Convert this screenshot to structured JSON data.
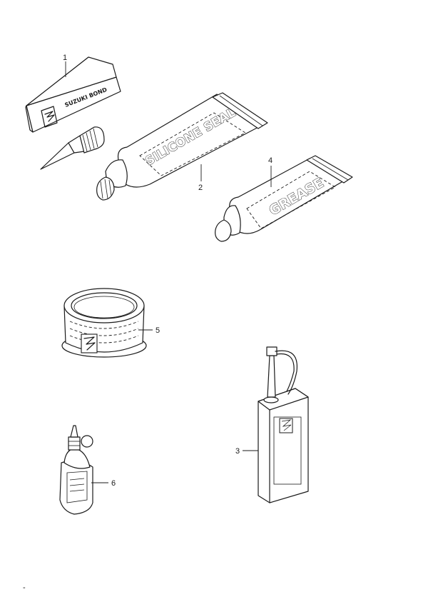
{
  "parts": [
    {
      "id": "part-1",
      "callout": "1",
      "kind": "bond-box-and-nozzle",
      "print": "SUZUKI BOND"
    },
    {
      "id": "part-2",
      "callout": "2",
      "kind": "tube",
      "print": "SILICONE SEAL"
    },
    {
      "id": "part-3",
      "callout": "3",
      "kind": "can"
    },
    {
      "id": "part-4",
      "callout": "4",
      "kind": "tube",
      "print": "GREASE"
    },
    {
      "id": "part-5",
      "callout": "5",
      "kind": "tape-roll"
    },
    {
      "id": "part-6",
      "callout": "6",
      "kind": "oil-bottle"
    }
  ],
  "footer_mark": "-",
  "logo": "suzuki-s-logo"
}
